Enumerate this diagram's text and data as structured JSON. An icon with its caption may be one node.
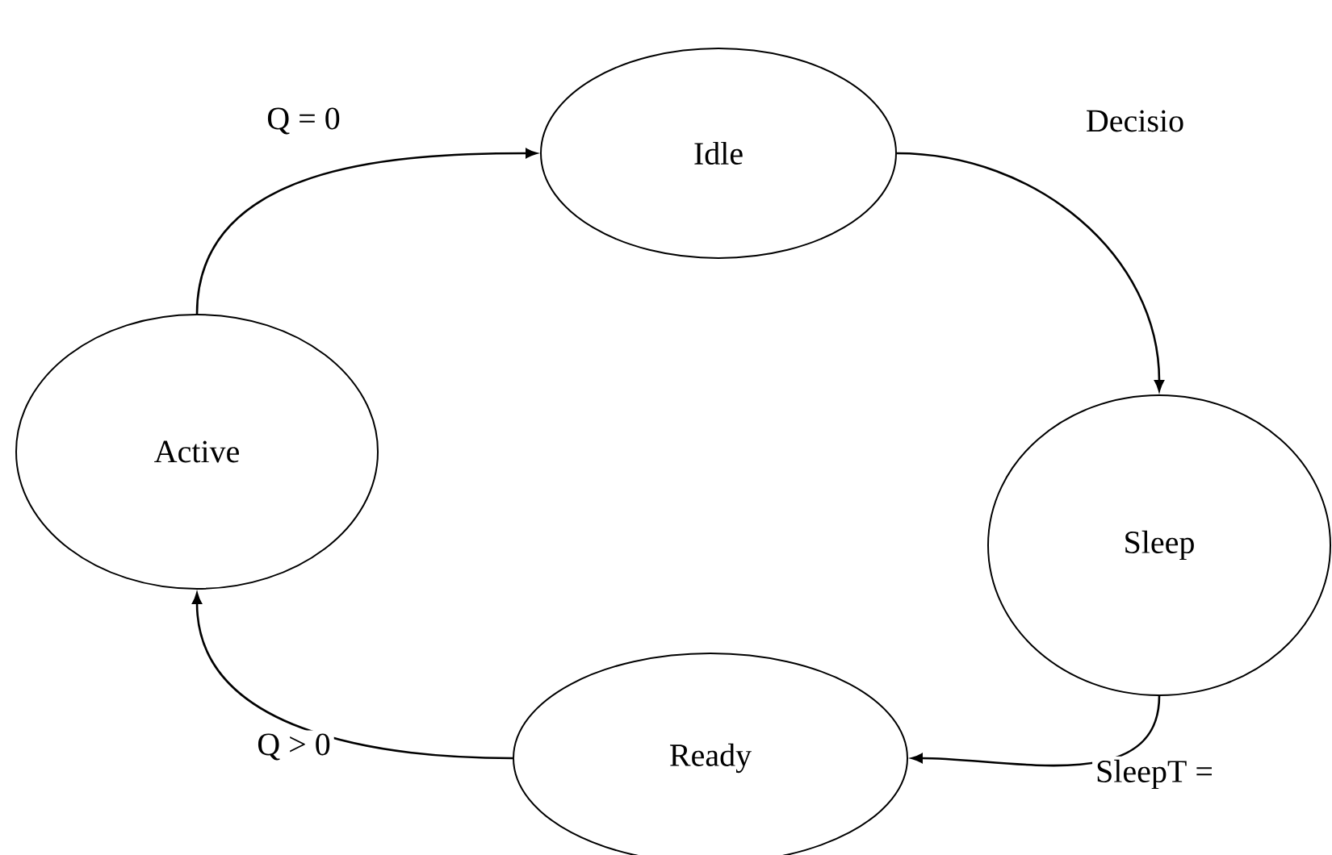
{
  "diagram": {
    "nodes": [
      {
        "text": [
          "Idle"
        ]
      },
      {
        "text": [
          "Active"
        ]
      },
      {
        "text": [
          "Sleep"
        ]
      },
      {
        "text": [
          "Ready"
        ]
      }
    ],
    "edges": [
      {
        "from": 1,
        "to": 0,
        "arrow": "to",
        "label": "Q = 0"
      },
      {
        "from": 0,
        "to": 2,
        "arrow": "to",
        "label": "Decisio"
      },
      {
        "from": 2,
        "to": 3,
        "arrow": "to",
        "label": "SleepT ="
      },
      {
        "from": 3,
        "to": 1,
        "arrow": "to",
        "label": "Q > 0"
      }
    ]
  }
}
